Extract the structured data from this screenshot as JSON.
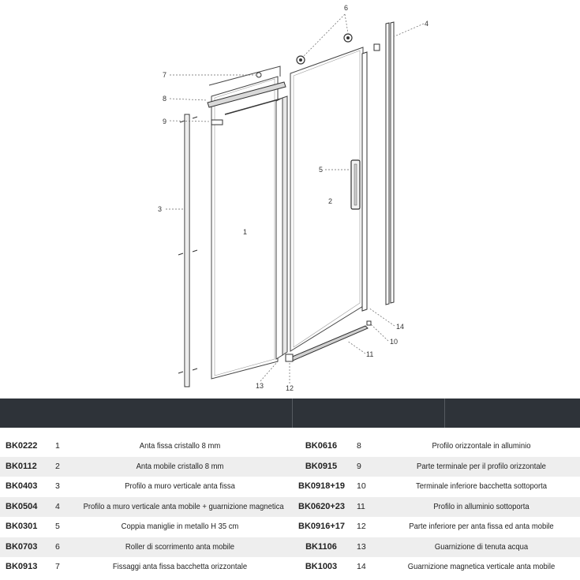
{
  "diagram": {
    "callouts": [
      "1",
      "2",
      "3",
      "4",
      "5",
      "6",
      "7",
      "8",
      "9",
      "10",
      "11",
      "12",
      "13",
      "14"
    ]
  },
  "parts": [
    {
      "code": "BK0222",
      "num": "1",
      "desc": "Anta fissa cristallo 8 mm"
    },
    {
      "code": "BK0112",
      "num": "2",
      "desc": "Anta mobile cristallo 8 mm"
    },
    {
      "code": "BK0403",
      "num": "3",
      "desc": "Profilo a muro verticale anta fissa"
    },
    {
      "code": "BK0504",
      "num": "4",
      "desc": "Profilo a muro verticale anta mobile + guarnizione magnetica"
    },
    {
      "code": "BK0301",
      "num": "5",
      "desc": "Coppia maniglie in metallo H 35 cm"
    },
    {
      "code": "BK0703",
      "num": "6",
      "desc": "Roller di scorrimento anta mobile"
    },
    {
      "code": "BK0913",
      "num": "7",
      "desc": "Fissaggi anta fissa bacchetta orizzontale"
    },
    {
      "code": "BK0616",
      "num": "8",
      "desc": "Profilo orizzontale in alluminio"
    },
    {
      "code": "BK0915",
      "num": "9",
      "desc": "Parte terminale per il profilo orizzontale"
    },
    {
      "code": "BK0918+19",
      "num": "10",
      "desc": "Terminale inferiore bacchetta sottoporta"
    },
    {
      "code": "BK0620+23",
      "num": "11",
      "desc": "Profilo in alluminio sottoporta"
    },
    {
      "code": "BK0916+17",
      "num": "12",
      "desc": "Parte inferiore per anta fissa ed anta mobile"
    },
    {
      "code": "BK1106",
      "num": "13",
      "desc": "Guarnizione di tenuta acqua"
    },
    {
      "code": "BK1003",
      "num": "14",
      "desc": "Guarnizione magnetica verticale anta mobile"
    }
  ]
}
